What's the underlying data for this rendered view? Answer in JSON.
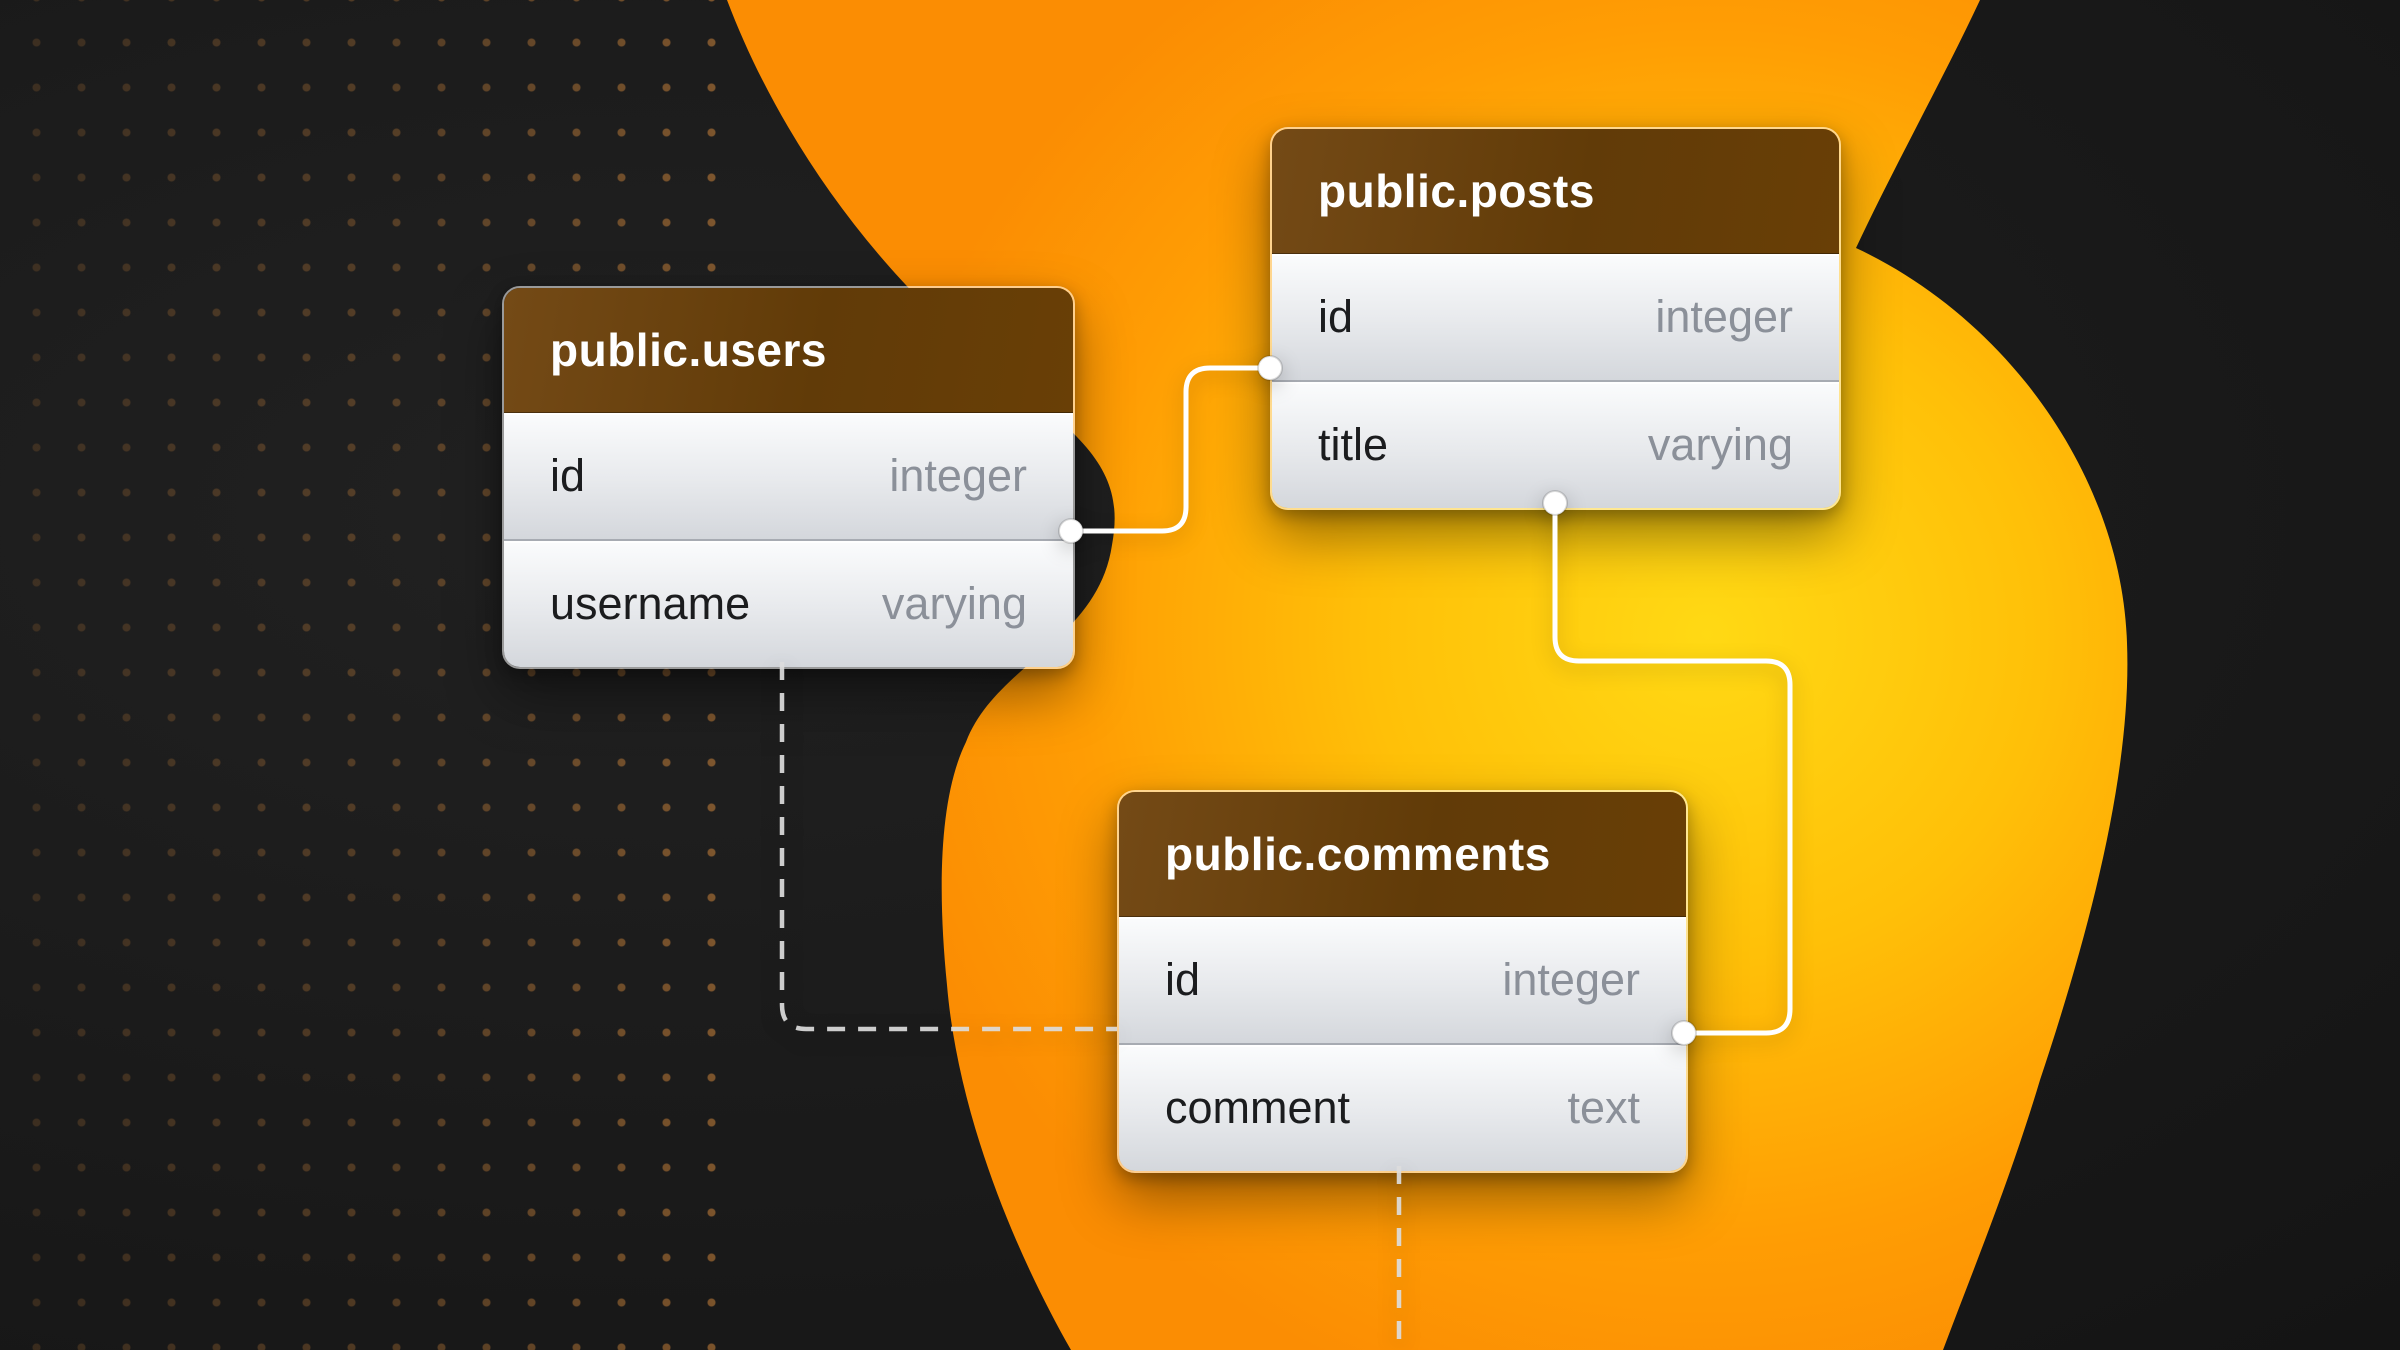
{
  "diagram": {
    "type": "er-diagram",
    "tables": [
      {
        "name": "public.users",
        "columns": [
          {
            "name": "id",
            "type": "integer"
          },
          {
            "name": "username",
            "type": "varying"
          }
        ]
      },
      {
        "name": "public.posts",
        "columns": [
          {
            "name": "id",
            "type": "integer"
          },
          {
            "name": "title",
            "type": "varying"
          }
        ]
      },
      {
        "name": "public.comments",
        "columns": [
          {
            "name": "id",
            "type": "integer"
          },
          {
            "name": "comment",
            "type": "text"
          }
        ]
      }
    ],
    "relationships": [
      {
        "from": "public.users.id",
        "to": "public.posts.id",
        "style": "solid"
      },
      {
        "from": "public.posts.title",
        "to": "public.comments.id",
        "style": "solid"
      },
      {
        "from": "public.users",
        "to": "public.comments",
        "style": "dashed"
      },
      {
        "from": "public.comments",
        "to": "off-screen-bottom",
        "style": "dashed"
      }
    ],
    "colors": {
      "background": "#1a1a1a",
      "blob_orange": "#fb8d03",
      "blob_yellow": "#ffd914",
      "table_header": "#663e0a",
      "table_header_text": "#ffffff",
      "row_name_text": "#1b1c1e",
      "row_type_text": "#8b9099",
      "connector_solid": "#ffffff",
      "connector_dashed": "#dcdcdc"
    }
  }
}
